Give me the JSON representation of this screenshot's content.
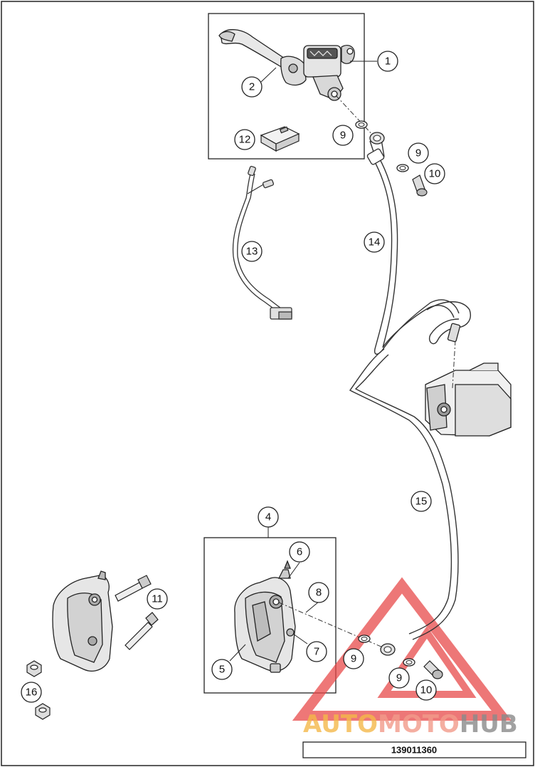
{
  "callouts": [
    {
      "id": "c1",
      "label": "1"
    },
    {
      "id": "c2",
      "label": "2"
    },
    {
      "id": "c4",
      "label": "4"
    },
    {
      "id": "c5",
      "label": "5"
    },
    {
      "id": "c6",
      "label": "6"
    },
    {
      "id": "c7",
      "label": "7"
    },
    {
      "id": "c8",
      "label": "8"
    },
    {
      "id": "c9a",
      "label": "9"
    },
    {
      "id": "c9b",
      "label": "9"
    },
    {
      "id": "c9c",
      "label": "9"
    },
    {
      "id": "c9d",
      "label": "9"
    },
    {
      "id": "c10a",
      "label": "10"
    },
    {
      "id": "c10b",
      "label": "10"
    },
    {
      "id": "c11",
      "label": "11"
    },
    {
      "id": "c12",
      "label": "12"
    },
    {
      "id": "c13",
      "label": "13"
    },
    {
      "id": "c14",
      "label": "14"
    },
    {
      "id": "c15",
      "label": "15"
    },
    {
      "id": "c16",
      "label": "16"
    }
  ],
  "watermark": {
    "part1": "AUTO",
    "part2": "MOTO",
    "part3": "HUB",
    "color1": "#f5b94a",
    "color2": "#f29a8a",
    "color3": "#8a8a8a",
    "triangle_color": "#e84a4a"
  },
  "drawing_code": "139011360"
}
